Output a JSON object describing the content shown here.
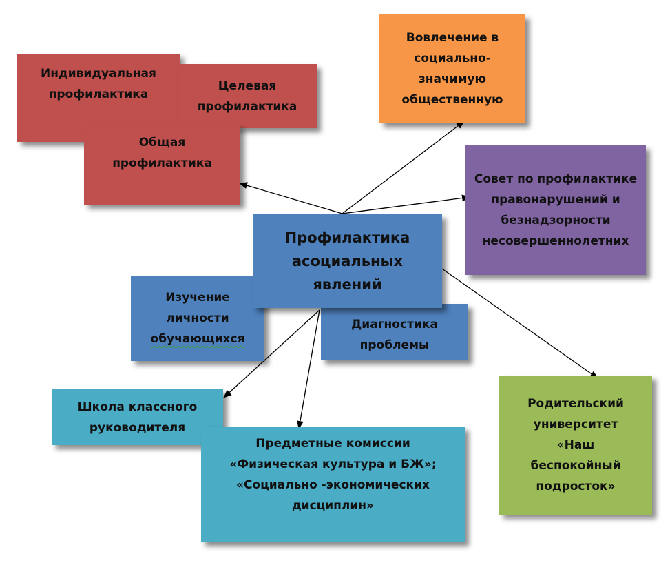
{
  "colors": {
    "red": "#c0504d",
    "orange": "#f79646",
    "purple": "#8064a2",
    "blue": "#4f81bd",
    "aqua": "#4bacc6",
    "green": "#9bbb59",
    "arrow": "#000000"
  },
  "nodes": {
    "individual": "Индивидуальная профилактика",
    "target": "Целевая профилактика",
    "general": "Общая профилактика",
    "involvement": "Вовлечение в социально-значимую общественную",
    "council": "Совет по профилактике правонарушений и безнадзорности несовершеннолетних",
    "center": "Профилактика асоциальных явлений",
    "study_prefix": "Изучение личности",
    "study_word": "обучающихся",
    "diagnostics": "Диагностика проблемы",
    "school": "Школа классного руководителя",
    "commissions": "Предметные комиссии «Физическая культура и БЖ»; «Социально -экономических дисциплин»",
    "parents": "Родительский университет «Наш беспокойный подросток»"
  }
}
